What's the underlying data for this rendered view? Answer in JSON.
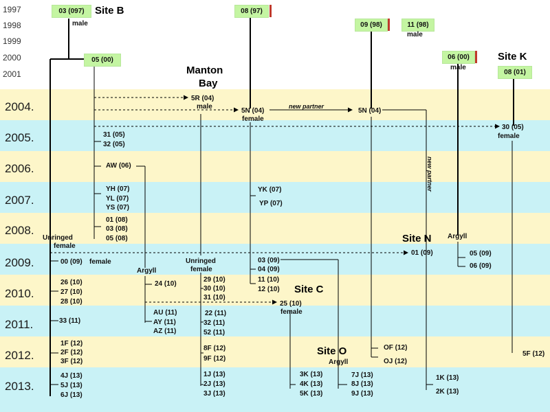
{
  "colors": {
    "band_yellow": "#fdf6c9",
    "band_cyan": "#c9f2f6",
    "box_green": "#c4f5a2",
    "red_marker": "#c0392b",
    "line": "#000000"
  },
  "years_small": [
    "1997",
    "1998",
    "1999",
    "2000",
    "2001"
  ],
  "years_big": [
    "2004.",
    "2005.",
    "2006.",
    "2007.",
    "2008.",
    "2009.",
    "2010.",
    "2011.",
    "2012.",
    "2013."
  ],
  "founders": [
    {
      "id": "03",
      "label": "03 (097)",
      "red": false
    },
    {
      "id": "05",
      "label": "05 (00)",
      "red": false
    },
    {
      "id": "08a",
      "label": "08 (97)",
      "red": true
    },
    {
      "id": "09",
      "label": "09 (98)",
      "red": true
    },
    {
      "id": "11",
      "label": "11 (98)",
      "red": false
    },
    {
      "id": "06",
      "label": "06 (00)",
      "red": true
    },
    {
      "id": "08b",
      "label": "08 (01)",
      "red": false
    }
  ],
  "sites": {
    "b": "Site B",
    "manton": "Manton",
    "bay": "Bay",
    "k": "Site K",
    "n": "Site N",
    "c": "Site C",
    "o": "Site O"
  },
  "notes": {
    "male_03": "male",
    "male_11": "male",
    "male_06": "male",
    "male_5r": "male",
    "female_5n": "female",
    "female_30": "female",
    "female_00": "female",
    "female_25": "female",
    "new_partner_h": "new partner",
    "new_partner_v": "new partner",
    "unringed_left_1": "Unringed",
    "unringed_left_2": "female",
    "unringed_mid_1": "Unringed",
    "unringed_mid_2": "female",
    "argyll_n": "Argyll",
    "argyll_mid": "Argyll",
    "argyll_o": "Argyll"
  },
  "chicks": [
    "5R (04)",
    "5N (04)",
    "5N (04)",
    "30 (05)",
    "31 (05)",
    "32 (05)",
    "AW (06)",
    "YH (07)",
    "YL (07)",
    "YS (07)",
    "YK (07)",
    "YP (07)",
    "01 (08)",
    "03 (08)",
    "05 (08)",
    "00 (09)",
    "01 (09)",
    "05 (09)",
    "06 (09)",
    "03 (09)",
    "04 (09)",
    "26 (10)",
    "27 (10)",
    "28 (10)",
    "24 (10)",
    "29 (10)",
    "30 (10)",
    "31 (10)",
    "11 (10)",
    "12 (10)",
    "25 (10)",
    "33 (11)",
    "AU (11)",
    "AY (11)",
    "AZ (11)",
    "22 (11)",
    "32 (11)",
    "52 (11)",
    "1F (12)",
    "2F (12)",
    "3F (12)",
    "8F (12)",
    "9F (12)",
    "OF (12)",
    "OJ (12)",
    "5F (12)",
    "4J (13)",
    "5J (13)",
    "6J (13)",
    "1J (13)",
    "2J (13)",
    "3J (13)",
    "3K (13)",
    "4K (13)",
    "5K (13)",
    "7J (13)",
    "8J (13)",
    "9J (13)",
    "1K (13)",
    "2K (13)"
  ]
}
